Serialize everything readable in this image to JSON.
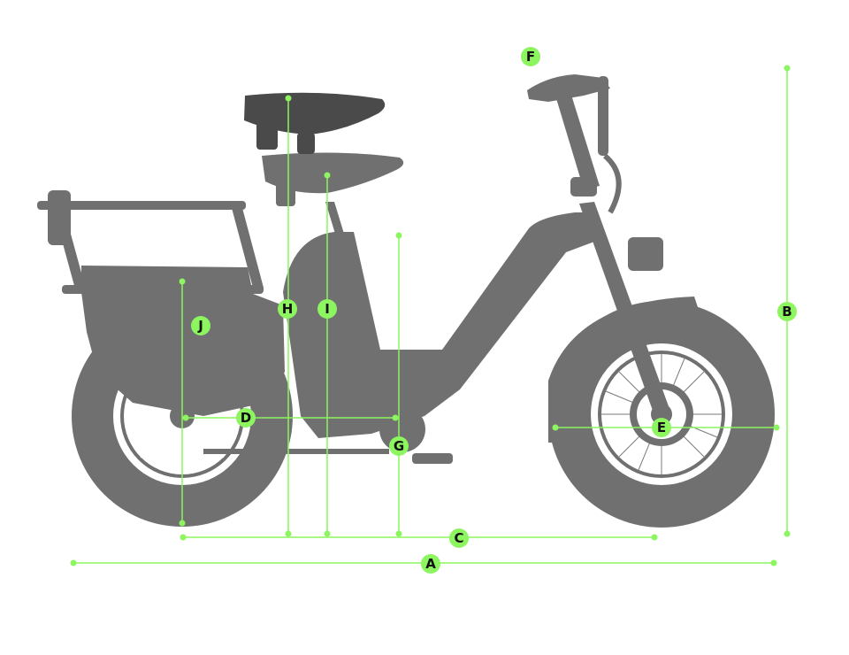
{
  "labels": {
    "a": "A",
    "b": "B",
    "c": "C",
    "d": "D",
    "e": "E",
    "f": "F",
    "g": "G",
    "h": "H",
    "i": "I",
    "j": "J"
  },
  "colors": {
    "accent": "#8cf55f",
    "bike": "#707070",
    "seat_high": "#4a4a4a",
    "text": "#111111"
  }
}
